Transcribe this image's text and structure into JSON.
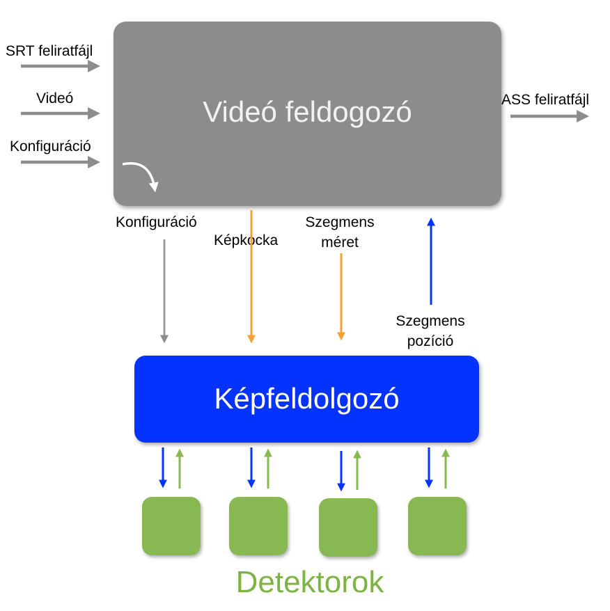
{
  "video_processor": {
    "title": "Videó feldogozó"
  },
  "image_processor": {
    "title": "Képfeldolgozó"
  },
  "detectors": {
    "label": "Detektorok",
    "count": 4
  },
  "inputs": {
    "srt": "SRT feliratfájl",
    "video": "Videó",
    "config": "Konfiguráció"
  },
  "output": {
    "ass": "ASS feliratfájl"
  },
  "flows": {
    "config": "Konfiguráció",
    "frame": "Képkocka",
    "segment_size_line1": "Szegmens",
    "segment_size_line2": "méret",
    "segment_pos_line1": "Szegmens",
    "segment_pos_line2": "pozíció"
  },
  "colors": {
    "video_box": "#8c8c8c",
    "image_box": "#0433ff",
    "detector": "#88b852",
    "gray_arrow": "#8c8c8c",
    "orange_arrow": "#f5a033",
    "blue_arrow": "#0433ff",
    "green_arrow": "#88b852"
  }
}
